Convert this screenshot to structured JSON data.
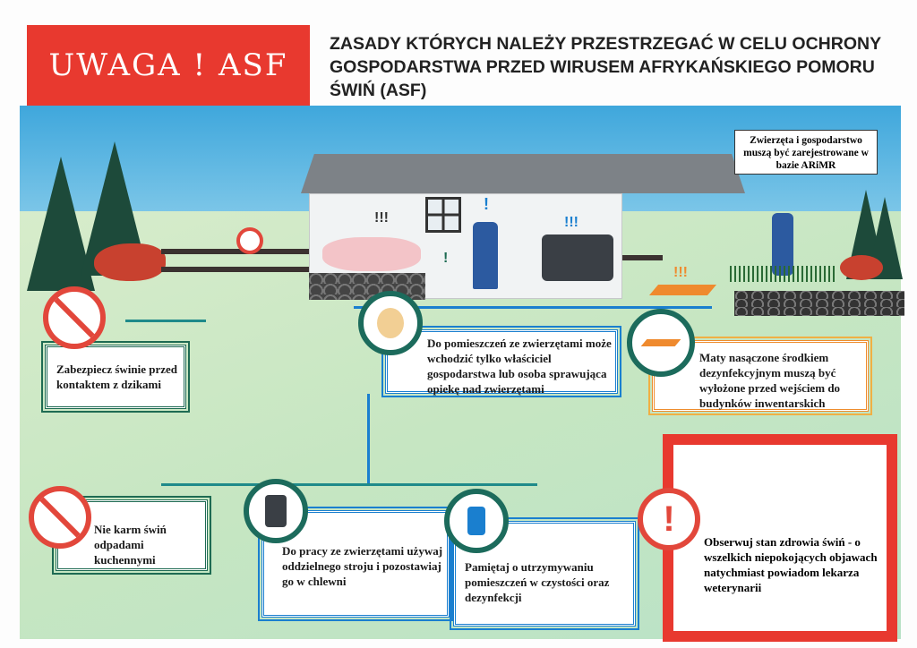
{
  "banner": {
    "text": "UWAGA ! ASF",
    "color": "#e8392f"
  },
  "title": "ZASADY KTÓRYCH NALEŻY PRZESTRZEGAĆ W CELU OCHRONY GOSPODARSTWA PRZED WIRUSEM AFRYKAŃSKIEGO POMORU ŚWIŃ (ASF)",
  "registration_note": "Zwierzęta i gospodarstwo muszą być zarejestrowane w bazie ARiMR",
  "rules": [
    {
      "text": "Zabezpiecz świnie przed kontaktem z dzikami",
      "icon": "wild-boar-prohibited-icon"
    },
    {
      "text": "Do pomieszczeń ze zwierzętami może wchodzić tylko właściciel gospodarstwa lub osoba sprawująca opiekę nad zwierzętami",
      "icon": "farmer-face-icon"
    },
    {
      "text": "Maty nasączone środkiem dezynfekcyjnym muszą być wyłożone przed wejściem do budynków inwentarskich",
      "icon": "disinfection-mat-icon"
    },
    {
      "text": "Nie karm świń odpadami kuchennymi",
      "icon": "kitchen-waste-prohibited-icon"
    },
    {
      "text": "Do pracy ze zwierzętami używaj oddzielnego stroju i pozostawiaj go w chlewni",
      "icon": "work-clothes-icon"
    },
    {
      "text": "Pamiętaj o utrzymywaniu pomieszczeń w czystości oraz dezynfekcji",
      "icon": "spray-bottle-icon"
    },
    {
      "text": "Obserwuj stan zdrowia świń - o wszelkich niepokojących objawach natychmiast powiadom lekarza weterynarii",
      "icon": "exclamation-icon"
    }
  ],
  "scene_marks": {
    "exclaim1": "!!!",
    "exclaim2": "!",
    "exclaim3": "!!!",
    "exclaim4": "!!!",
    "exclaim5": "!"
  },
  "colors": {
    "sky": "#3fa7dc",
    "ground": "#c6e6c2",
    "accent_blue": "#1a7fcf",
    "accent_green": "#1e6b53",
    "accent_orange": "#ee8d2e",
    "alert_red": "#e8392f"
  }
}
